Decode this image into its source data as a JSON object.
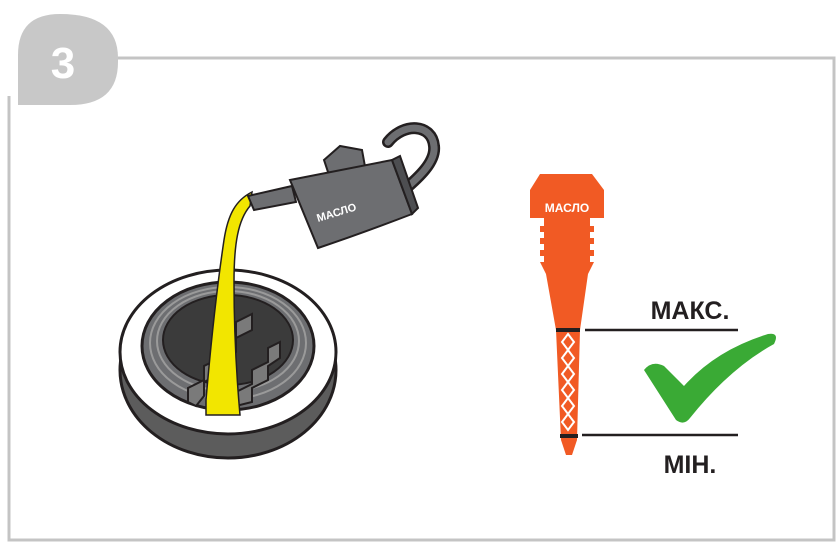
{
  "step": {
    "number": "3"
  },
  "can": {
    "label": "МАСЛО"
  },
  "dipstick": {
    "cap_label": "МАСЛО",
    "max_label": "МАКС.",
    "min_label": "МІН."
  },
  "colors": {
    "frame": "#c4c4c4",
    "badge": "#c8c8c8",
    "oil": "#f2e600",
    "can": "#6d6e71",
    "dipstick": "#f15a24",
    "check": "#3aaa35",
    "ink": "#231f20"
  },
  "icons": [
    "oil-can-icon",
    "oil-filler-neck-icon",
    "dipstick-icon",
    "checkmark-icon"
  ]
}
